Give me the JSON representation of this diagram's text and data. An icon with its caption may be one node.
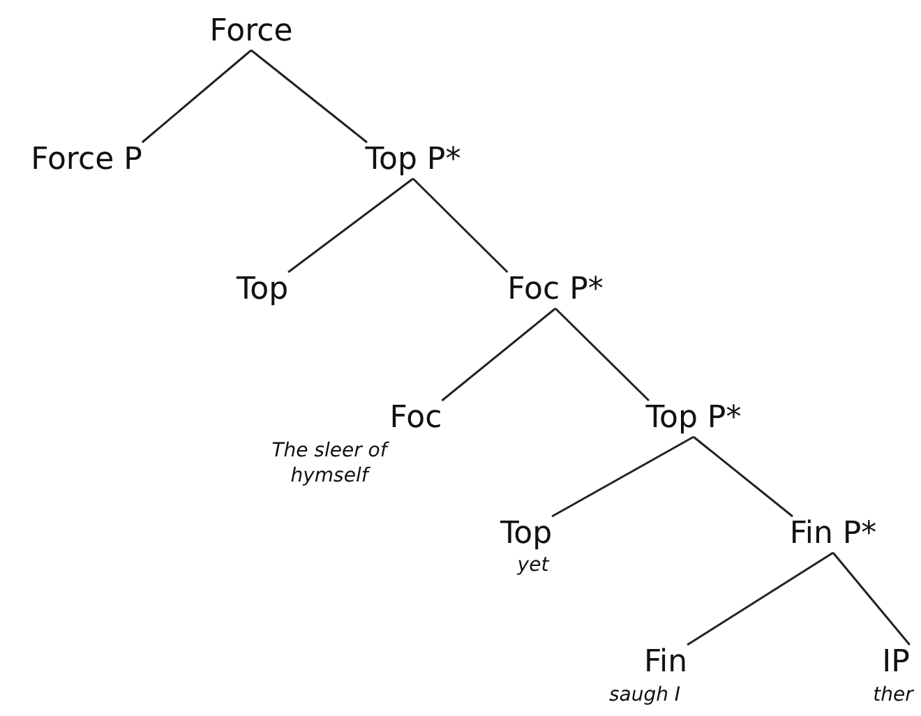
{
  "diagram": {
    "nodes": [
      {
        "text": [
          "Force"
        ]
      },
      {
        "text": [
          "Force P"
        ]
      },
      {
        "text": [
          "Top P*"
        ]
      },
      {
        "text": [
          "Top"
        ]
      },
      {
        "text": [
          "Foc P*"
        ]
      },
      {
        "text": [
          "Foc"
        ],
        "beside": [
          "The sleer of hymself"
        ]
      },
      {
        "text": [
          "Top P*"
        ]
      },
      {
        "text": [
          "Top"
        ],
        "beside": [
          "yet"
        ]
      },
      {
        "text": [
          "Fin P*"
        ]
      },
      {
        "text": [
          "Fin"
        ],
        "beside": [
          "saugh I"
        ]
      },
      {
        "text": [
          "IP"
        ],
        "beside": [
          "ther"
        ]
      }
    ],
    "edges": [
      {
        "from": 0,
        "to": 1,
        "arrow": "none"
      },
      {
        "from": 0,
        "to": 2,
        "arrow": "none"
      },
      {
        "from": 2,
        "to": 3,
        "arrow": "none"
      },
      {
        "from": 2,
        "to": 4,
        "arrow": "none"
      },
      {
        "from": 4,
        "to": 5,
        "arrow": "none"
      },
      {
        "from": 4,
        "to": 6,
        "arrow": "none"
      },
      {
        "from": 6,
        "to": 7,
        "arrow": "none"
      },
      {
        "from": 6,
        "to": 8,
        "arrow": "none"
      },
      {
        "from": 8,
        "to": 9,
        "arrow": "none"
      },
      {
        "from": 8,
        "to": 10,
        "arrow": "none"
      }
    ]
  }
}
